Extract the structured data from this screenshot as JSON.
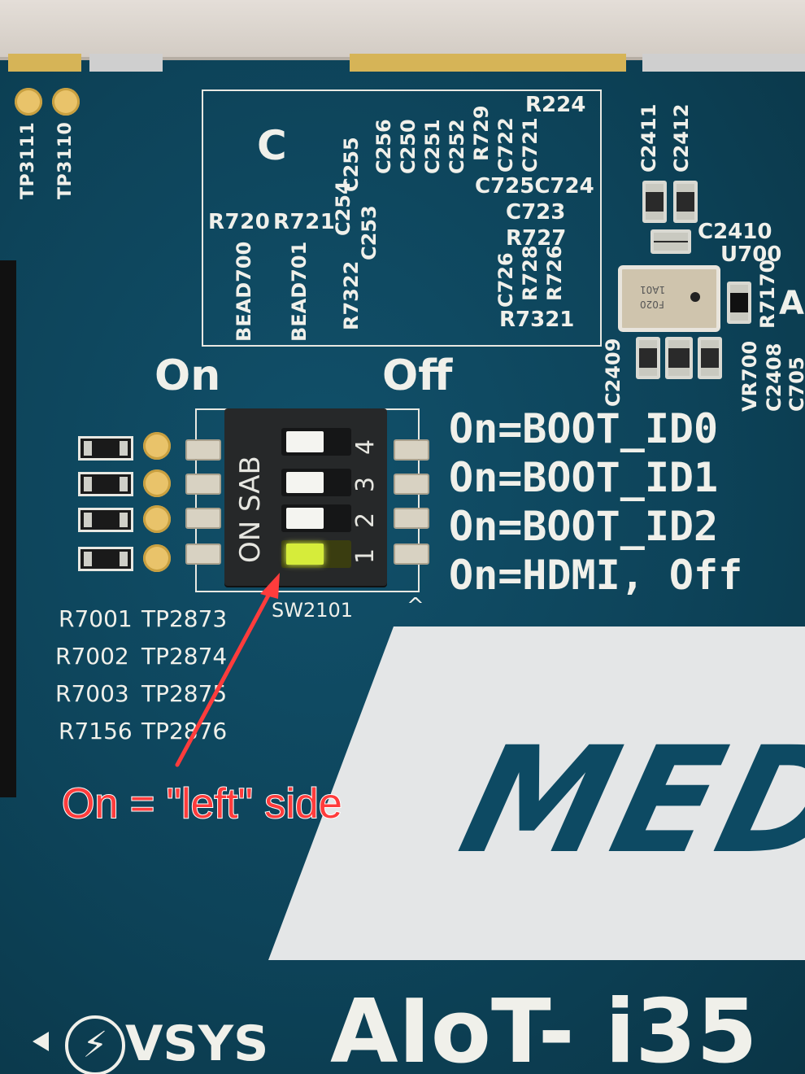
{
  "top_labels": {
    "tp3111": "TP3111",
    "tp3110": "TP3110",
    "c": "C",
    "r720": "R720",
    "r721": "R721",
    "bead700": "BEAD700",
    "bead701": "BEAD701",
    "r7322": "R7322",
    "c254": "C254",
    "c253": "C253",
    "c255": "C255",
    "c256": "C256",
    "c250": "C250",
    "c251": "C251",
    "c252": "C252",
    "r729": "R729",
    "c722": "C722",
    "c721": "C721",
    "r224": "R224",
    "c725c724": "C725C724",
    "c723": "C723",
    "r727": "R727",
    "c726": "C726",
    "r728": "R728",
    "r726": "R726",
    "r7321": "R7321",
    "c2411": "C2411",
    "c2412": "C2412",
    "c2410": "C2410",
    "u700": "U700",
    "r7170": "R7170",
    "a": "A",
    "c2409": "C2409",
    "vr700": "VR700",
    "c2408": "C2408",
    "c705": "C705",
    "chip_line1": "F020",
    "chip_line2": "1A01"
  },
  "switch": {
    "on_label": "On",
    "off_label": "Off",
    "body_text": "ON SAB",
    "numbers": [
      "4",
      "3",
      "2",
      "1"
    ],
    "designator": "SW2101",
    "caret": "^",
    "position_states": [
      "off",
      "off",
      "off",
      "on"
    ]
  },
  "boot_lines": [
    "On=BOOT_ID0",
    "On=BOOT_ID1",
    "On=BOOT_ID2",
    "On=HDMI, Off"
  ],
  "left_table": [
    {
      "r": "R7001",
      "tp": "TP2873"
    },
    {
      "r": "R7002",
      "tp": "TP2874"
    },
    {
      "r": "R7003",
      "tp": "TP2875"
    },
    {
      "r": "R7156",
      "tp": "TP2876"
    }
  ],
  "annotation": {
    "text": "On = \"left\" side",
    "color": "#ff3c3c"
  },
  "logo": {
    "text": "MED"
  },
  "bottom": {
    "vsys": "VSYS",
    "product": "AIoT- i35"
  },
  "colors": {
    "pcb": "#0d4359",
    "silkscreen": "#f0f0ea",
    "pad_gold": "#e9c36a",
    "switch_on": "#d6ec3a"
  }
}
